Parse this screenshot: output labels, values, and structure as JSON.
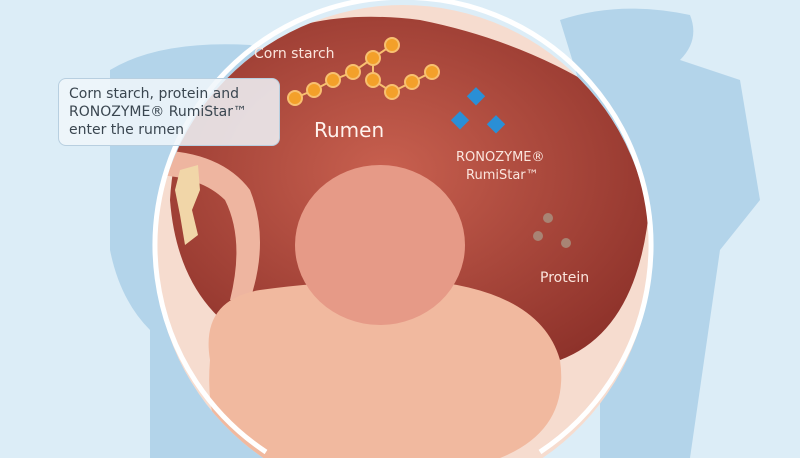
{
  "caption": {
    "lines": [
      "Corn starch, protein and",
      "RONOZYME® RumiStar™",
      "enter the rumen"
    ]
  },
  "labels": {
    "corn_starch": "Corn starch",
    "rumen": "Rumen",
    "enzyme_line1": "RONOZYME®",
    "enzyme_line2": "RumiStar™",
    "protein": "Protein"
  },
  "colors": {
    "background": "#dcedf7",
    "cow": "#b3d4ea",
    "rumen": "#a8463b",
    "starch": "#f3a02a",
    "enzyme": "#2a8fd6",
    "protein": "#9a7a6c"
  }
}
